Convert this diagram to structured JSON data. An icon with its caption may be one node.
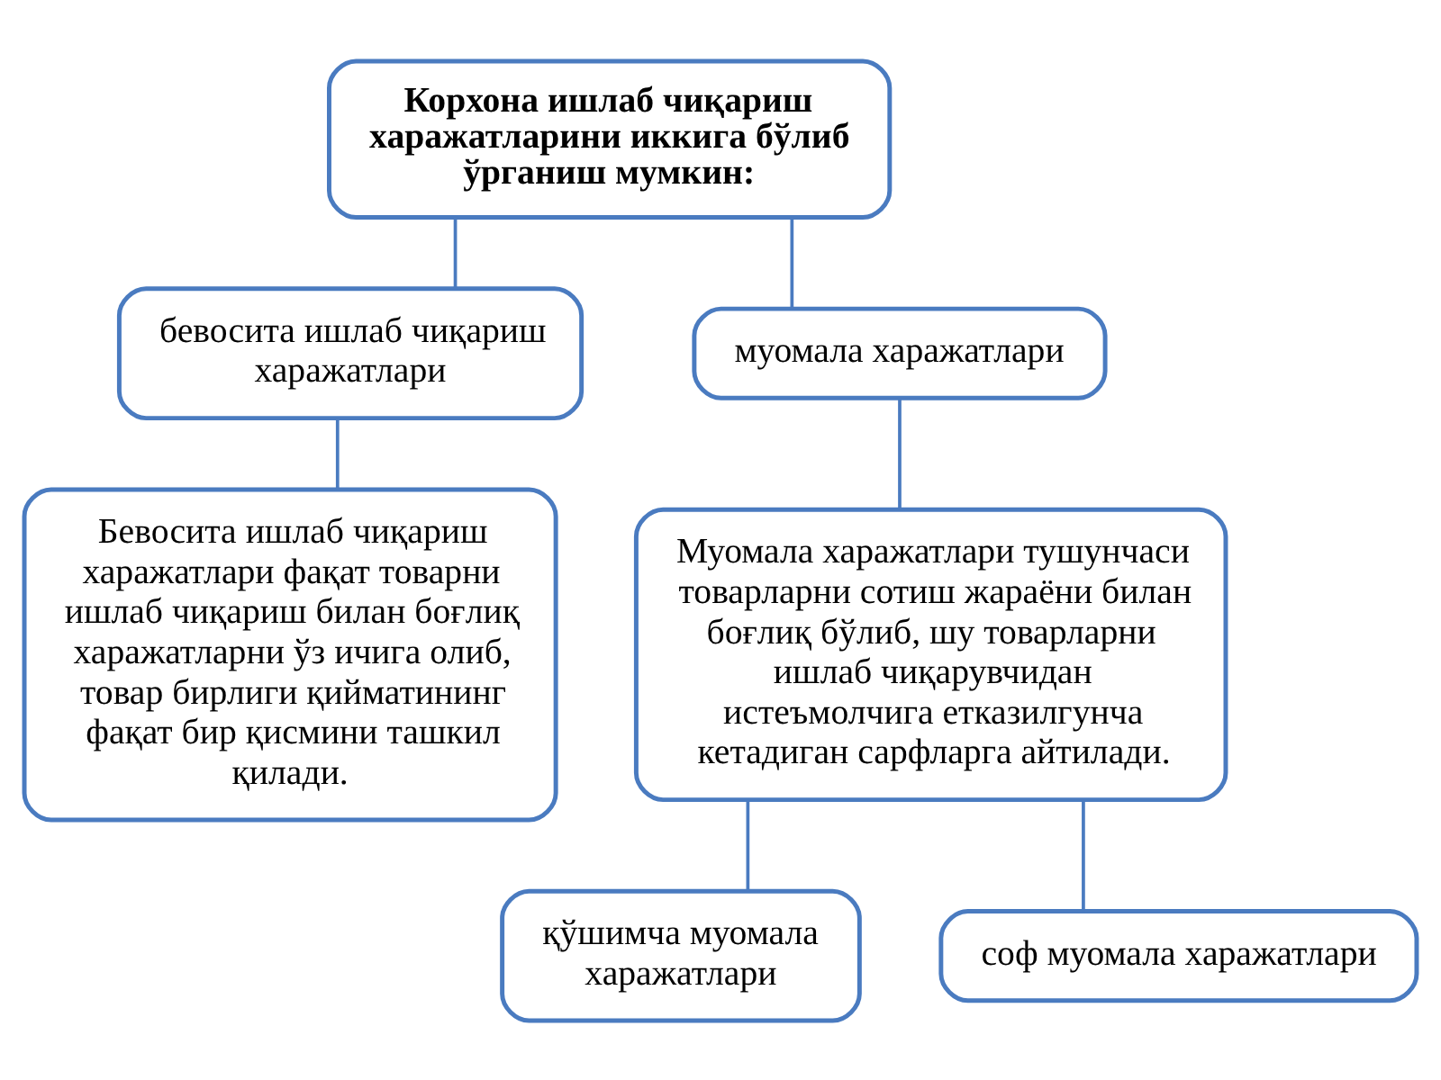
{
  "diagram": {
    "nodes": [
      {
        "text": [
          "Корхона ишлаб чиқариш харажатларини иккига бўлиб ўрганиш мумкин:"
        ]
      },
      {
        "text": [
          "бевосита ишлаб чиқариш харажатлари"
        ]
      },
      {
        "text": [
          "муомала харажатлари"
        ]
      },
      {
        "text": [
          "Бевосита ишлаб чиқариш харажатлари фақат товарни ишлаб чиқариш билан боғлиқ харажатларни ўз ичига олиб, товар бирлиги қийматининг фақат бир қисмини ташкил қилади."
        ]
      },
      {
        "text": [
          "Муомала харажатлари тушунчаси товарларни сотиш жараёни билан боғлиқ бўлиб, шу товарларни ишлаб чиқарувчидан истеъмолчига етказилгунча кетадиган сарфларга айтилади."
        ]
      },
      {
        "text": [
          "қўшимча муомала харажатлари"
        ]
      },
      {
        "text": [
          "соф муомала харажатлари"
        ]
      }
    ],
    "edges": [
      {
        "from": 0,
        "to": 1,
        "arrow": "none"
      },
      {
        "from": 0,
        "to": 2,
        "arrow": "none"
      },
      {
        "from": 1,
        "to": 3,
        "arrow": "none"
      },
      {
        "from": 2,
        "to": 4,
        "arrow": "none"
      },
      {
        "from": 4,
        "to": 5,
        "arrow": "none"
      },
      {
        "from": 4,
        "to": 6,
        "arrow": "none"
      }
    ]
  }
}
